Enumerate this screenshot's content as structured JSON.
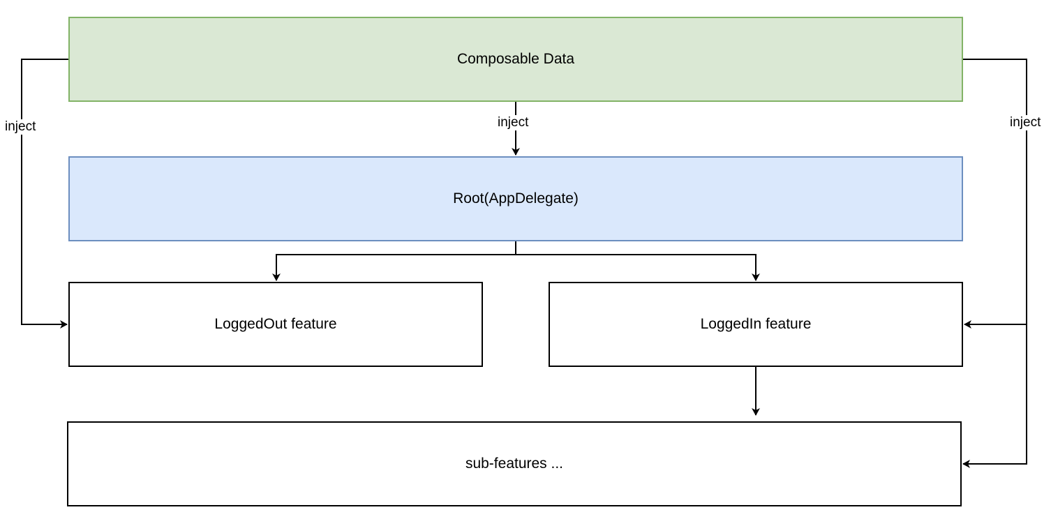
{
  "diagram": {
    "nodes": {
      "composable_data": {
        "label": "Composable Data",
        "fill": "#dae8d4",
        "stroke": "#82b366"
      },
      "root": {
        "label": "Root(AppDelegate)",
        "fill": "#dae8fc",
        "stroke": "#6c8ebf"
      },
      "logged_out": {
        "label": "LoggedOut feature",
        "fill": "#ffffff",
        "stroke": "#000000"
      },
      "logged_in": {
        "label": "LoggedIn feature",
        "fill": "#ffffff",
        "stroke": "#000000"
      },
      "sub_features": {
        "label": "sub-features ...",
        "fill": "#ffffff",
        "stroke": "#000000"
      }
    },
    "edges": [
      {
        "from": "composable_data",
        "to": "root",
        "label": "inject"
      },
      {
        "from": "composable_data",
        "to": "logged_out",
        "label": "inject"
      },
      {
        "from": "composable_data",
        "to": "logged_in",
        "label": "inject"
      },
      {
        "from": "composable_data",
        "to": "sub_features",
        "label": ""
      },
      {
        "from": "root",
        "to": "logged_out",
        "label": ""
      },
      {
        "from": "root",
        "to": "logged_in",
        "label": ""
      },
      {
        "from": "logged_in",
        "to": "sub_features",
        "label": ""
      }
    ],
    "edge_labels": {
      "left": "inject",
      "center": "inject",
      "right": "inject"
    }
  }
}
